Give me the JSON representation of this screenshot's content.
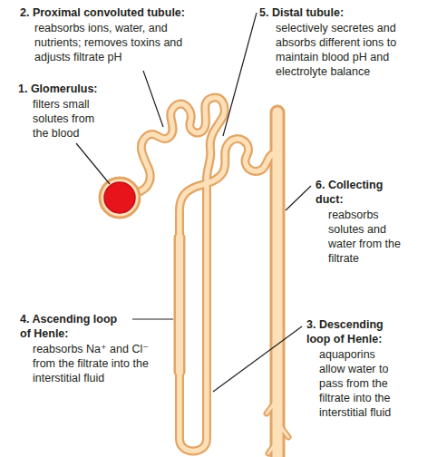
{
  "diagram": {
    "labels": [
      "2. Proximal convoluted tubule:",
      "reabsorbs ions, water, and nutrients; removes toxins and adjusts filtrate pH",
      "5. Distal tubule:",
      "selectively secretes and absorbs different ions to maintain blood pH and electrolyte balance",
      "1. Glomerulus:",
      "filters small solutes from the blood",
      "6. Collecting duct:",
      "reabsorbs solutes and water from the filtrate",
      "4. Ascending loop of Henle:",
      "reabsorbs Na⁺ and Cl⁻ from the filtrate into the interstitial fluid",
      "3. Descending loop of Henle:",
      "aquaporins allow water to pass from the filtrate into the interstitial fluid"
    ]
  }
}
